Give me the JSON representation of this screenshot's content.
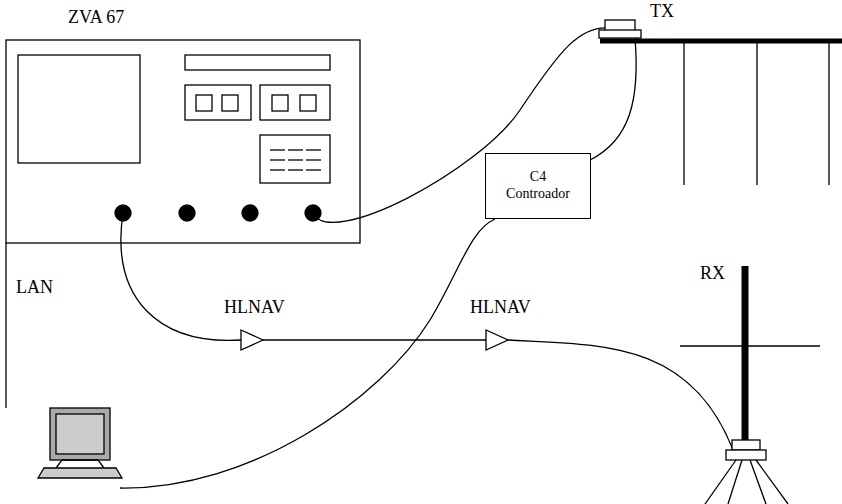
{
  "diagram": {
    "nodes": [
      {
        "text": [
          "C4 Controador"
        ]
      }
    ],
    "labels": [
      "ZVA 67",
      "TX",
      "LAN",
      "HLNAV",
      "HLNAV",
      "RX"
    ]
  }
}
